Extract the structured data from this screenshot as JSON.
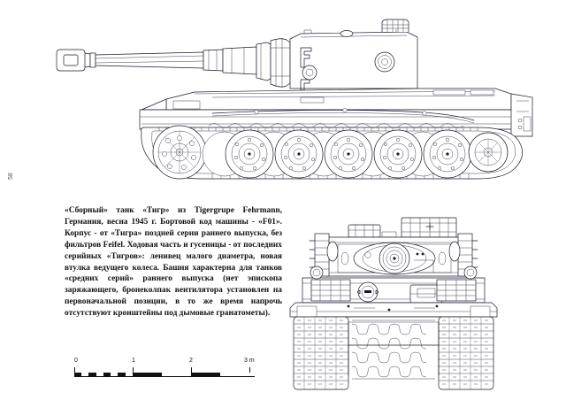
{
  "page": {
    "number": "58",
    "background_color": "#ffffff",
    "ink_color": "#1a1a2e"
  },
  "caption": {
    "text": "«Сборный» танк «Тигр» из Tigergrupe Fehrmann, Германия, весна 1945 г. Бортовой код машины - «F01». Корпус - от «Тигра» поздней серии раннего выпуска, без фильтров Feifel. Ходовая часть и гусеницы - от последних серийных «Тигров»: ленивец малого диаметра, новая втулка ведущего колеса. Башня характерна для танков «средних серий» раннего выпуска (нет эпископа заряжающего, бронеколпак вентилятора установлен на первоначальной позиции, в то же время напрочь отсутствуют кронштейны под дымовые гранатометы).",
    "lines": [
      "«Сборный» танк «Тигр» из Tigergrupe Fehrmann,",
      "Германия, весна 1945 г. Бортовой код машины -",
      "«F01». Корпус - от «Тигра» поздней серии раннего",
      "выпуска, без фильтров Feifel. Ходовая часть и гусе-",
      "ницы - от последних серийных «Тигров»: ленивец",
      "малого диаметра, новая втулка ведущего колеса.",
      "Башня характерна для танков «средних серий» ран-",
      "него выпуска (нет эпископа заряжающего, бронекол-",
      "пак вентилятора установлен на первоначальной",
      "позиции, в то же время напрочь отсутствуют крон-",
      "штейны под дымовые гранатометы)."
    ]
  },
  "scale_bar": {
    "unit": "m",
    "tick_labels": [
      "0",
      "1",
      "2",
      "3 m"
    ],
    "tick_values": [
      0,
      1,
      2,
      3
    ],
    "range_meters": 3,
    "segments_per_meter_first": 4
  },
  "drawings": [
    {
      "name": "tiger-side-view",
      "view": "side",
      "subject": "Pz.Kpfw. VI Tiger I",
      "marking": "F01",
      "unit": "Tigergrupe Fehrmann",
      "features": [
        "88 mm KwK 36 L/56 gun with muzzle brake",
        "turret side turret number F01",
        "interleaved road wheels",
        "front drive sprocket",
        "rear idler wheel small diameter",
        "track links",
        "hull side fender",
        "tow cable on hull side"
      ]
    },
    {
      "name": "tiger-front-view",
      "view": "front",
      "subject": "Pz.Kpfw. VI Tiger I",
      "features": [
        "gun mantlet with 88 mm barrel",
        "spare track links on turret sides",
        "driver visor",
        "hull machine gun ball mount",
        "headlight",
        "tracks with cleats",
        "commander cupola",
        "ventilator dome"
      ]
    }
  ]
}
